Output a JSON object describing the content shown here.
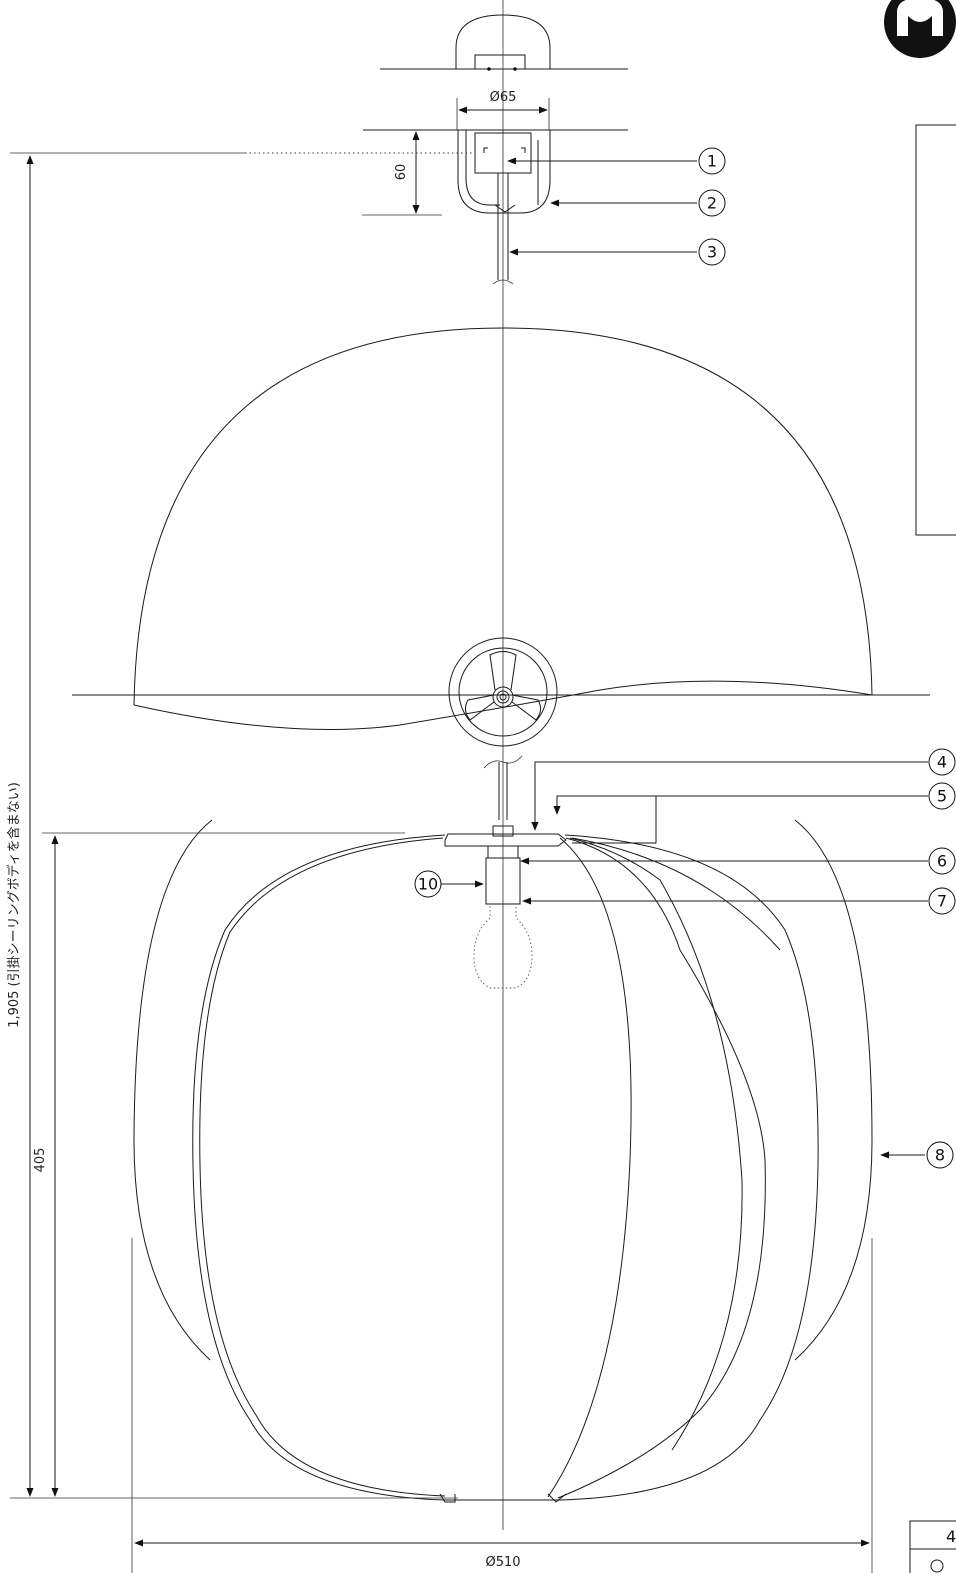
{
  "dimensions": {
    "canopy_diameter": "Ø65",
    "canopy_height": "60",
    "overall_height": "1,905 (引掛シーリングボディを含まない)",
    "shade_height": "405",
    "shade_diameter": "Ø510"
  },
  "callouts": [
    "1",
    "2",
    "3",
    "4",
    "5",
    "6",
    "7",
    "8",
    "10"
  ],
  "title_block": {
    "value_partial": "4"
  }
}
